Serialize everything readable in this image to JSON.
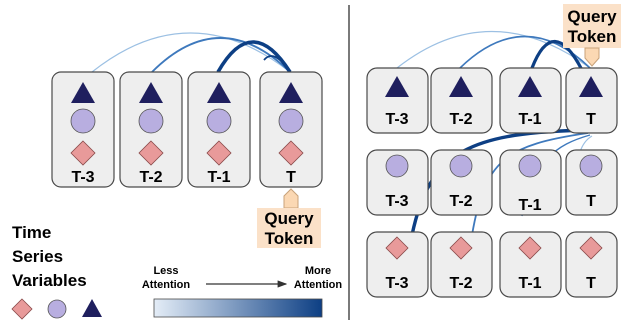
{
  "colors": {
    "triangle": "#1f1f5e",
    "circle": "#b8aee0",
    "diamond": "#e89a9a",
    "cell_fill": "#eeeeee",
    "query_fill": "#fbe1c8",
    "arc_strong": "#0d3f84",
    "arc_medium": "#3e79bd",
    "arc_light": "#9cc0e3",
    "gradient_start": "#e4edf7",
    "gradient_end": "#0d3f84"
  },
  "left_panel": {
    "labels": [
      "T-3",
      "T-2",
      "T-1",
      "T"
    ],
    "query_token": {
      "line1": "Query",
      "line2": "Token"
    }
  },
  "right_panel": {
    "rows": [
      {
        "shape": "triangle",
        "labels": [
          "T-3",
          "T-2",
          "T-1",
          "T"
        ]
      },
      {
        "shape": "circle",
        "labels": [
          "T-3",
          "T-2",
          "T-1",
          "T"
        ]
      },
      {
        "shape": "diamond",
        "labels": [
          "T-3",
          "T-2",
          "T-1",
          "T"
        ]
      }
    ],
    "query_token": {
      "line1": "Query",
      "line2": "Token"
    }
  },
  "legend": {
    "title_lines": [
      "Time",
      "Series",
      "Variables"
    ],
    "shapes": [
      "diamond-icon",
      "circle-icon",
      "triangle-icon"
    ],
    "less_lines": [
      "Less",
      "Attention"
    ],
    "more_lines": [
      "More",
      "Attention"
    ]
  }
}
